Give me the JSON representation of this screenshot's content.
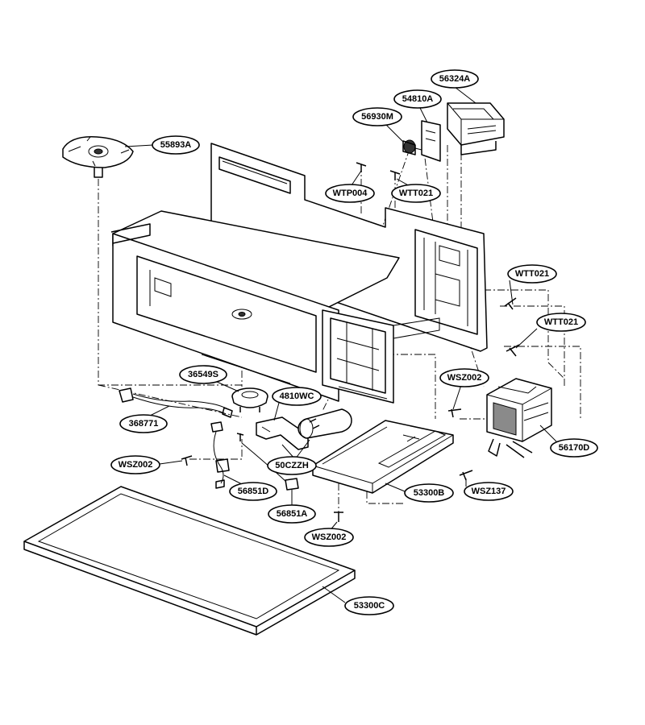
{
  "parts": [
    {
      "id": "label-55893A",
      "text": "55893A"
    },
    {
      "id": "label-56324A",
      "text": "56324A"
    },
    {
      "id": "label-54810A",
      "text": "54810A"
    },
    {
      "id": "label-56930M",
      "text": "56930M"
    },
    {
      "id": "label-WTP004",
      "text": "WTP004"
    },
    {
      "id": "label-WTT021-top",
      "text": "WTT021"
    },
    {
      "id": "label-WTT021-right-1",
      "text": "WTT021"
    },
    {
      "id": "label-WTT021-right-2",
      "text": "WTT021"
    },
    {
      "id": "label-36549S",
      "text": "36549S"
    },
    {
      "id": "label-4810WC",
      "text": "4810WC"
    },
    {
      "id": "label-WSZ002-right",
      "text": "WSZ002"
    },
    {
      "id": "label-368771",
      "text": "368771"
    },
    {
      "id": "label-56170D",
      "text": "56170D"
    },
    {
      "id": "label-WSZ002-left",
      "text": "WSZ002"
    },
    {
      "id": "label-50CZZH",
      "text": "50CZZH"
    },
    {
      "id": "label-56851D",
      "text": "56851D"
    },
    {
      "id": "label-53300B",
      "text": "53300B"
    },
    {
      "id": "label-WSZ137",
      "text": "WSZ137"
    },
    {
      "id": "label-56851A",
      "text": "56851A"
    },
    {
      "id": "label-WSZ002-bottom",
      "text": "WSZ002"
    },
    {
      "id": "label-53300C",
      "text": "53300C"
    }
  ]
}
